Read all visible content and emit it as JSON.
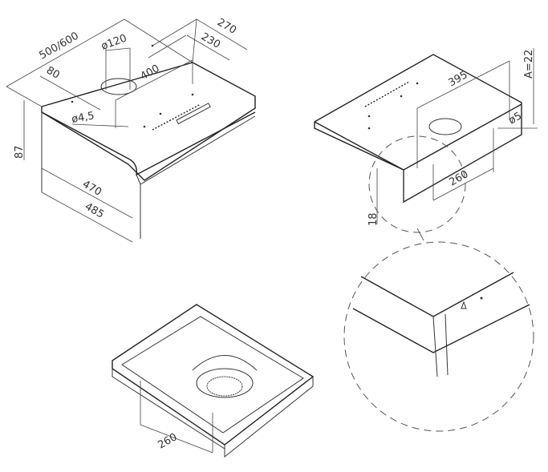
{
  "title": "Cooker hood dimension drawing",
  "view_top_left": {
    "width": "500/600",
    "depth_total": "270",
    "duct_diameter": "ø120",
    "depth_inner": "230",
    "offset": "80",
    "hole_spacing": "400",
    "hole_diameter": "ø4,5",
    "height": "87",
    "inner_width": "470",
    "outer_width": "485"
  },
  "view_top_right": {
    "hole_spacing": "395",
    "offset_a": "A=22",
    "hole_diameter": "ø5",
    "rear_spacing": "260",
    "edge_height": "18"
  },
  "view_bottom": {
    "spacing": "260"
  }
}
